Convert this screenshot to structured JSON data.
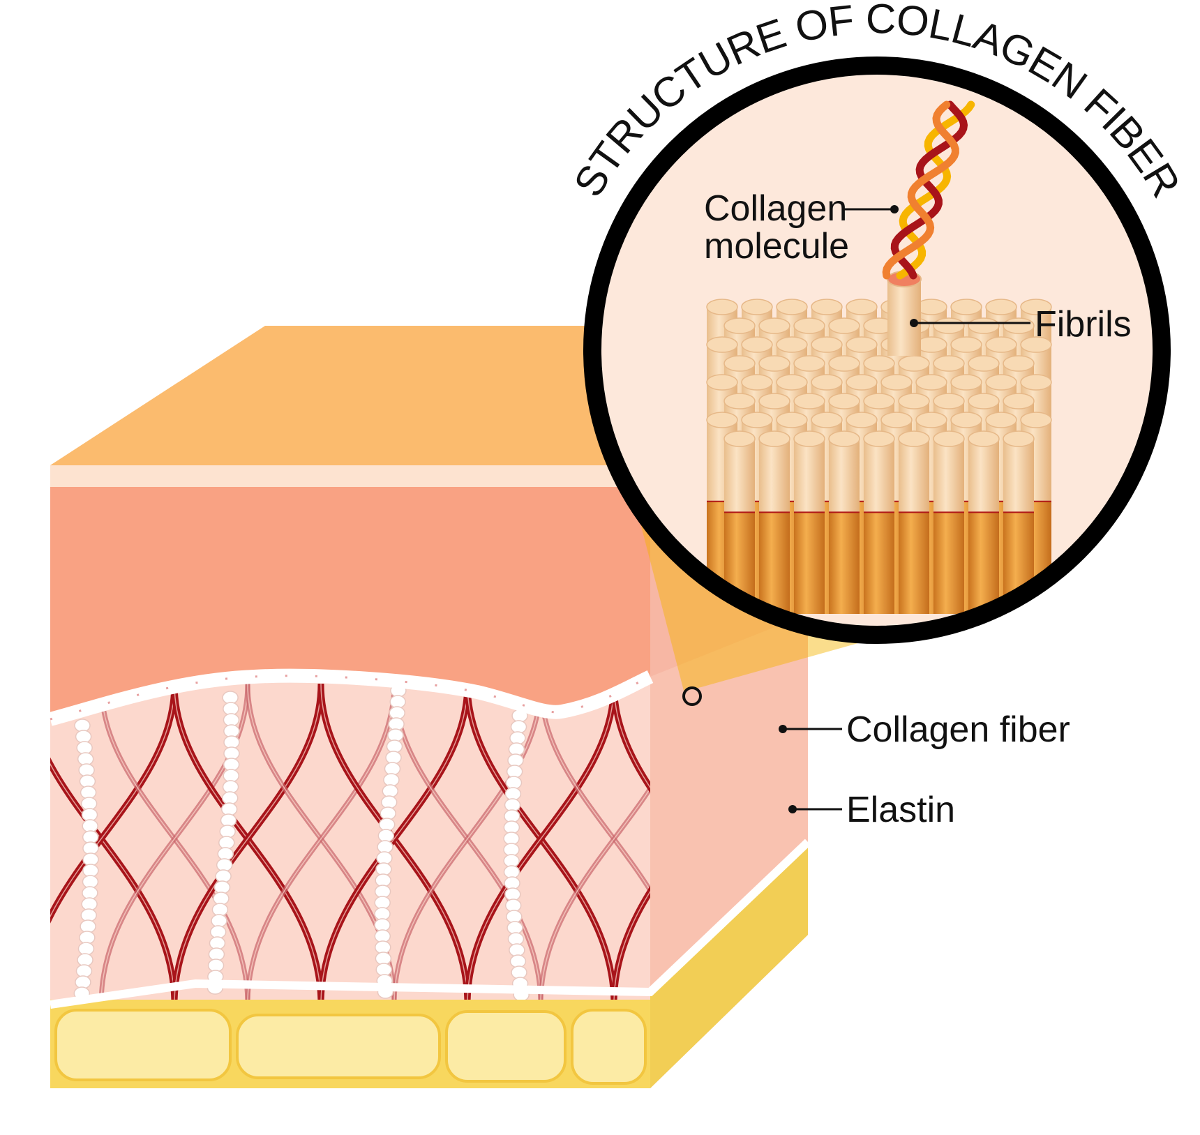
{
  "title": "STRUCTURE OF COLLAGEN FIBER",
  "labels": {
    "collagen_molecule_line1": "Collagen",
    "collagen_molecule_line2": "molecule",
    "fibrils": "Fibrils",
    "collagen_fiber": "Collagen fiber",
    "elastin": "Elastin"
  },
  "colors": {
    "top_face": "#FBBB6E",
    "epidermis": "#F9A283",
    "dermis": "#FCD8CD",
    "fat": "#F8D75E",
    "fat_cell": "#FCEBA5",
    "collagen_fiber": "#A8141A",
    "elastin": "#FFFFFF",
    "magnifier_ring": "#000000",
    "magnifier_bg": "#FDE8DB",
    "fibril_cream": "#F6D6AE",
    "fibril_orange": "#EE9E3A"
  }
}
